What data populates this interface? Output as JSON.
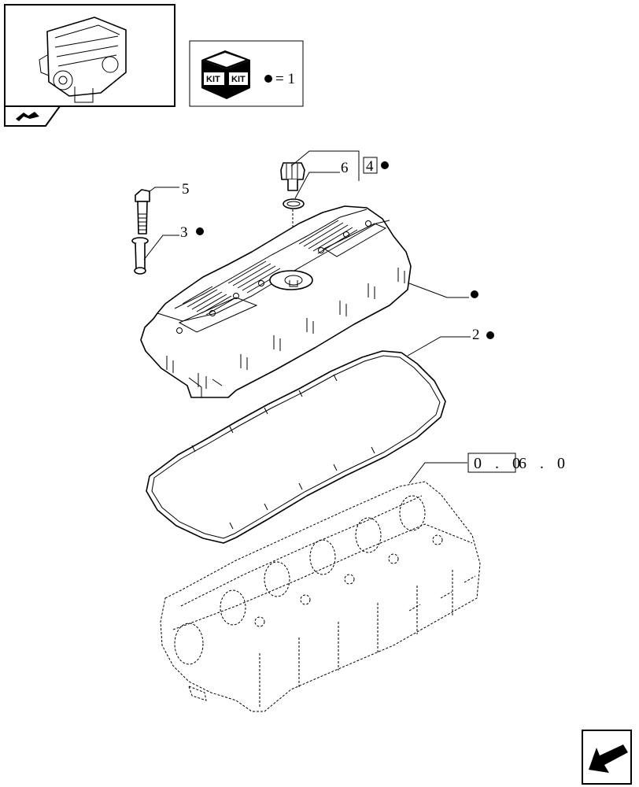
{
  "legend": {
    "kit_label": "KIT",
    "equals_value": "= 1"
  },
  "callouts": {
    "item_5": "5",
    "item_3": "3",
    "item_6": "6",
    "item_4": "4",
    "item_2": "2"
  },
  "reference": {
    "boxed": "0 . 0",
    "rest": "6 . 0"
  }
}
